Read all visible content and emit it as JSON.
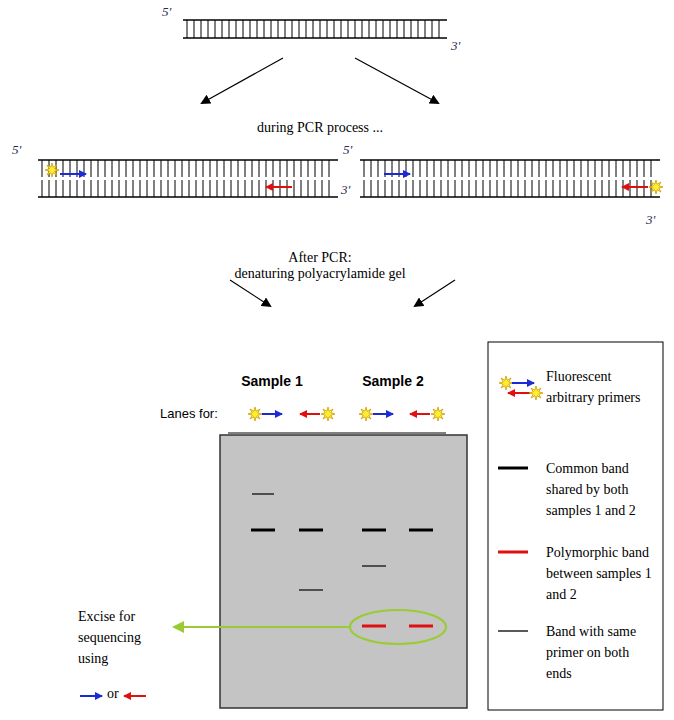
{
  "diagram": {
    "labels": [
      "5'",
      "3'",
      "during PCR process ...",
      "5'",
      "3'",
      "5'",
      "3'",
      "After PCR:",
      "denaturing polyacrylamide gel",
      "Sample 1",
      "Sample 2",
      "Lanes for:",
      "Excise for sequencing using",
      "or"
    ],
    "legend": [
      {
        "text": "Fluorescent arbitrary primers"
      },
      {
        "text": "Common band shared by both samples 1 and 2"
      },
      {
        "text": "Polymorphic band between samples 1 and 2"
      },
      {
        "text": "Band with same primer on both ends"
      }
    ]
  }
}
